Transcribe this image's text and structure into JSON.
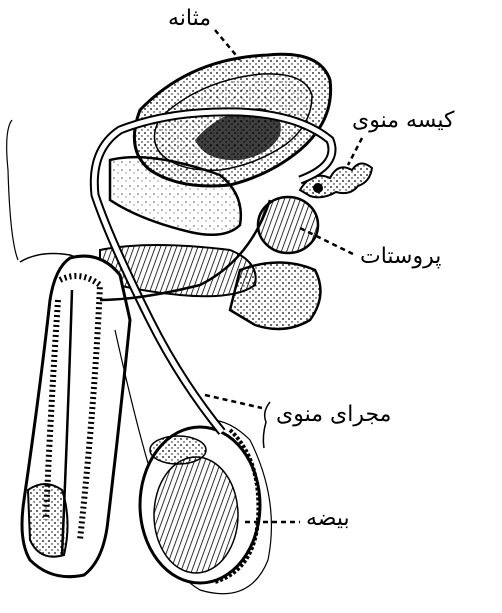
{
  "labels": {
    "bladder": "مثانه",
    "seminal_vesicle": "کیسه منوی",
    "prostate": "پروستات",
    "vas_deferens": "مجرای منوی",
    "testis": "بیضه"
  },
  "colors": {
    "ink": "#000000",
    "background": "#ffffff"
  }
}
